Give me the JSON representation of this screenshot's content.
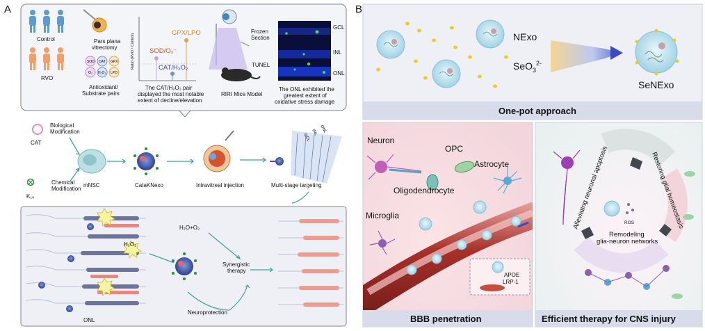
{
  "panelA": {
    "letter": "A",
    "control": "Control",
    "rvo": "RVO",
    "vitrectomy": [
      "Pars plana",
      "vitrectomy"
    ],
    "pairs_caption": [
      "Antioxidant/",
      "Substrate pairs"
    ],
    "pair_items": [
      "SOD",
      "CAT",
      "GPX",
      "O₂",
      "H₂O₂",
      "LPO"
    ],
    "ratio_axis": "Ratio (RVO / Control)",
    "ratio_labels": {
      "gpx": "GPX/LPO",
      "sod": "SOD/O₂⁻",
      "cat": "CAT/H₂O₂"
    },
    "ratio_caption": [
      "The CAT/H₂O₂ pair",
      "displayed the most notable",
      "extent of decline/elevation"
    ],
    "frozen": [
      "Frozen",
      "Section"
    ],
    "tunel": "TUNEL",
    "mice_caption": "RIRI Mice Model",
    "layers": [
      "GCL",
      "INL",
      "ONL"
    ],
    "onl_caption": [
      "The ONL exhibited the",
      "greatest extent of",
      "oxidative stress damage"
    ],
    "cat_label": "CAT",
    "bio_mod": [
      "Biological",
      "Modification"
    ],
    "chem_mod": [
      "Chemical",
      "Modification"
    ],
    "k10": "K₁₀",
    "mnsc": "mNSC",
    "catak": "CataKNexo",
    "intravitreal": "Intravitreal injection",
    "multistage": "Multi-stage targeting",
    "fan_layers": [
      "GCL",
      "INL",
      "ONL"
    ],
    "h2o2": "H₂O₂",
    "h2o_o2": "H₂O+O₂",
    "synergistic": [
      "Synergistic",
      "therapy"
    ],
    "neuroprotection": "Neuroprotection",
    "onl_bottom": "ONL"
  },
  "panelB": {
    "letter": "B",
    "nexo": "NExo",
    "seo3": "SeO",
    "seo3_sub": "3",
    "seo3_sup": "2-",
    "senexo": "SeNExo",
    "one_pot": "One-pot approach",
    "neuron": "Neuron",
    "opc": "OPC",
    "astrocyte": "Astrocyte",
    "oligodendrocyte": "Oligodendrocyte",
    "microglia": "Microglia",
    "apoe": "APOE",
    "lrp": "LRP-1",
    "bbb": "BBB penetration",
    "ros": "ROS",
    "alleviating": "Alleviating neuronal apoptosis",
    "restoring": "Restoring glial homeostasis",
    "remodeling": [
      "Remodeling",
      "glia-neuron networks"
    ],
    "efficient": "Efficient therapy for CNS injury"
  },
  "colors": {
    "teal": "#3aa39a",
    "panel_bg": "#eef0f6",
    "caption_band": "#d7dbea",
    "vessel": "#c0392b",
    "nexo": "#bfe3ef"
  }
}
